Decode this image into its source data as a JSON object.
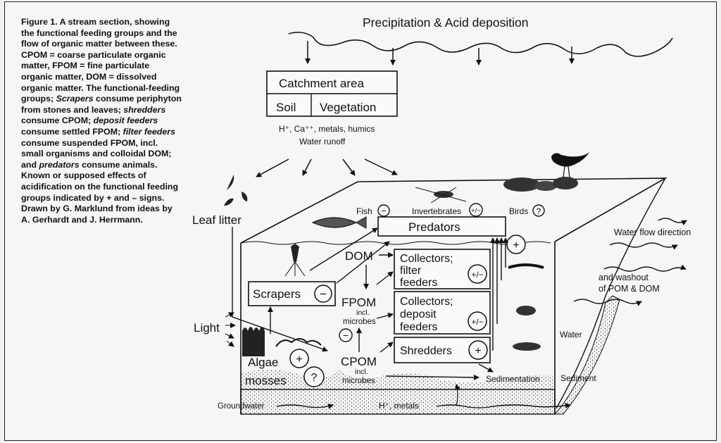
{
  "caption": {
    "parts": [
      {
        "text": "Figure 1. A stream section, showing the functional feeding groups and the flow of organic matter between these. CPOM = coarse particulate organic matter, FPOM = fine particulate organic matter, DOM = dissolved organic matter. The functional-feeding groups; ",
        "italic": false
      },
      {
        "text": "Scrapers",
        "italic": true
      },
      {
        "text": " consume periphyton from stones and leaves; ",
        "italic": false
      },
      {
        "text": "shredders",
        "italic": true
      },
      {
        "text": " consume CPOM; ",
        "italic": false
      },
      {
        "text": "deposit feeders",
        "italic": true
      },
      {
        "text": " consume settled FPOM; ",
        "italic": false
      },
      {
        "text": "filter feeders",
        "italic": true
      },
      {
        "text": " consume suspended FPOM, incl. small organisms and colloidal DOM; and ",
        "italic": false
      },
      {
        "text": "predators",
        "italic": true
      },
      {
        "text": " consume animals. Known or supposed effects of acidification on the functional feeding groups indicated by + and – signs. Drawn by G. Marklund from ideas by A. Gerhardt and J. Herrmann.",
        "italic": false
      }
    ]
  },
  "labels": {
    "precipitation": "Precipitation & Acid deposition",
    "catchment": "Catchment area",
    "soil": "Soil",
    "vegetation": "Vegetation",
    "ions": "H⁺, Ca⁺⁺, metals,  humics",
    "runoff": "Water runoff",
    "leaf_litter": "Leaf litter",
    "light": "Light",
    "fish": "Fish",
    "invertebrates": "Invertebrates",
    "birds": "Birds",
    "predators": "Predators",
    "dom": "DOM",
    "fpom": "FPOM",
    "fpom_incl": "incl.",
    "fpom_microbes": "microbes",
    "cpom": "CPOM",
    "cpom_incl": "incl.",
    "cpom_microbes": "microbes",
    "scrapers": "Scrapers",
    "collectors_filter_1": "Collectors;",
    "collectors_filter_2": "filter",
    "collectors_filter_3": "feeders",
    "collectors_deposit_1": "Collectors;",
    "collectors_deposit_2": "deposit",
    "collectors_deposit_3": "feeders",
    "shredders": "Shredders",
    "algae": "Algae",
    "mosses": "mosses",
    "sedimentation": "Sedimentation",
    "sediment": "Sediment",
    "water": "Water",
    "water_flow": "Water flow direction",
    "washout_1": "and washout",
    "washout_2": "of POM & DOM",
    "groundwater": "Groundwater",
    "gw_ions": "H⁺, metals"
  },
  "signs": {
    "fish": "−",
    "invertebrates": "+/−",
    "birds": "?",
    "predators": "+",
    "scrapers": "−",
    "collectors_filter": "+/−",
    "collectors_deposit": "+/−",
    "shredders": "+",
    "fpom": "−",
    "algae": "+",
    "mosses": "?"
  }
}
